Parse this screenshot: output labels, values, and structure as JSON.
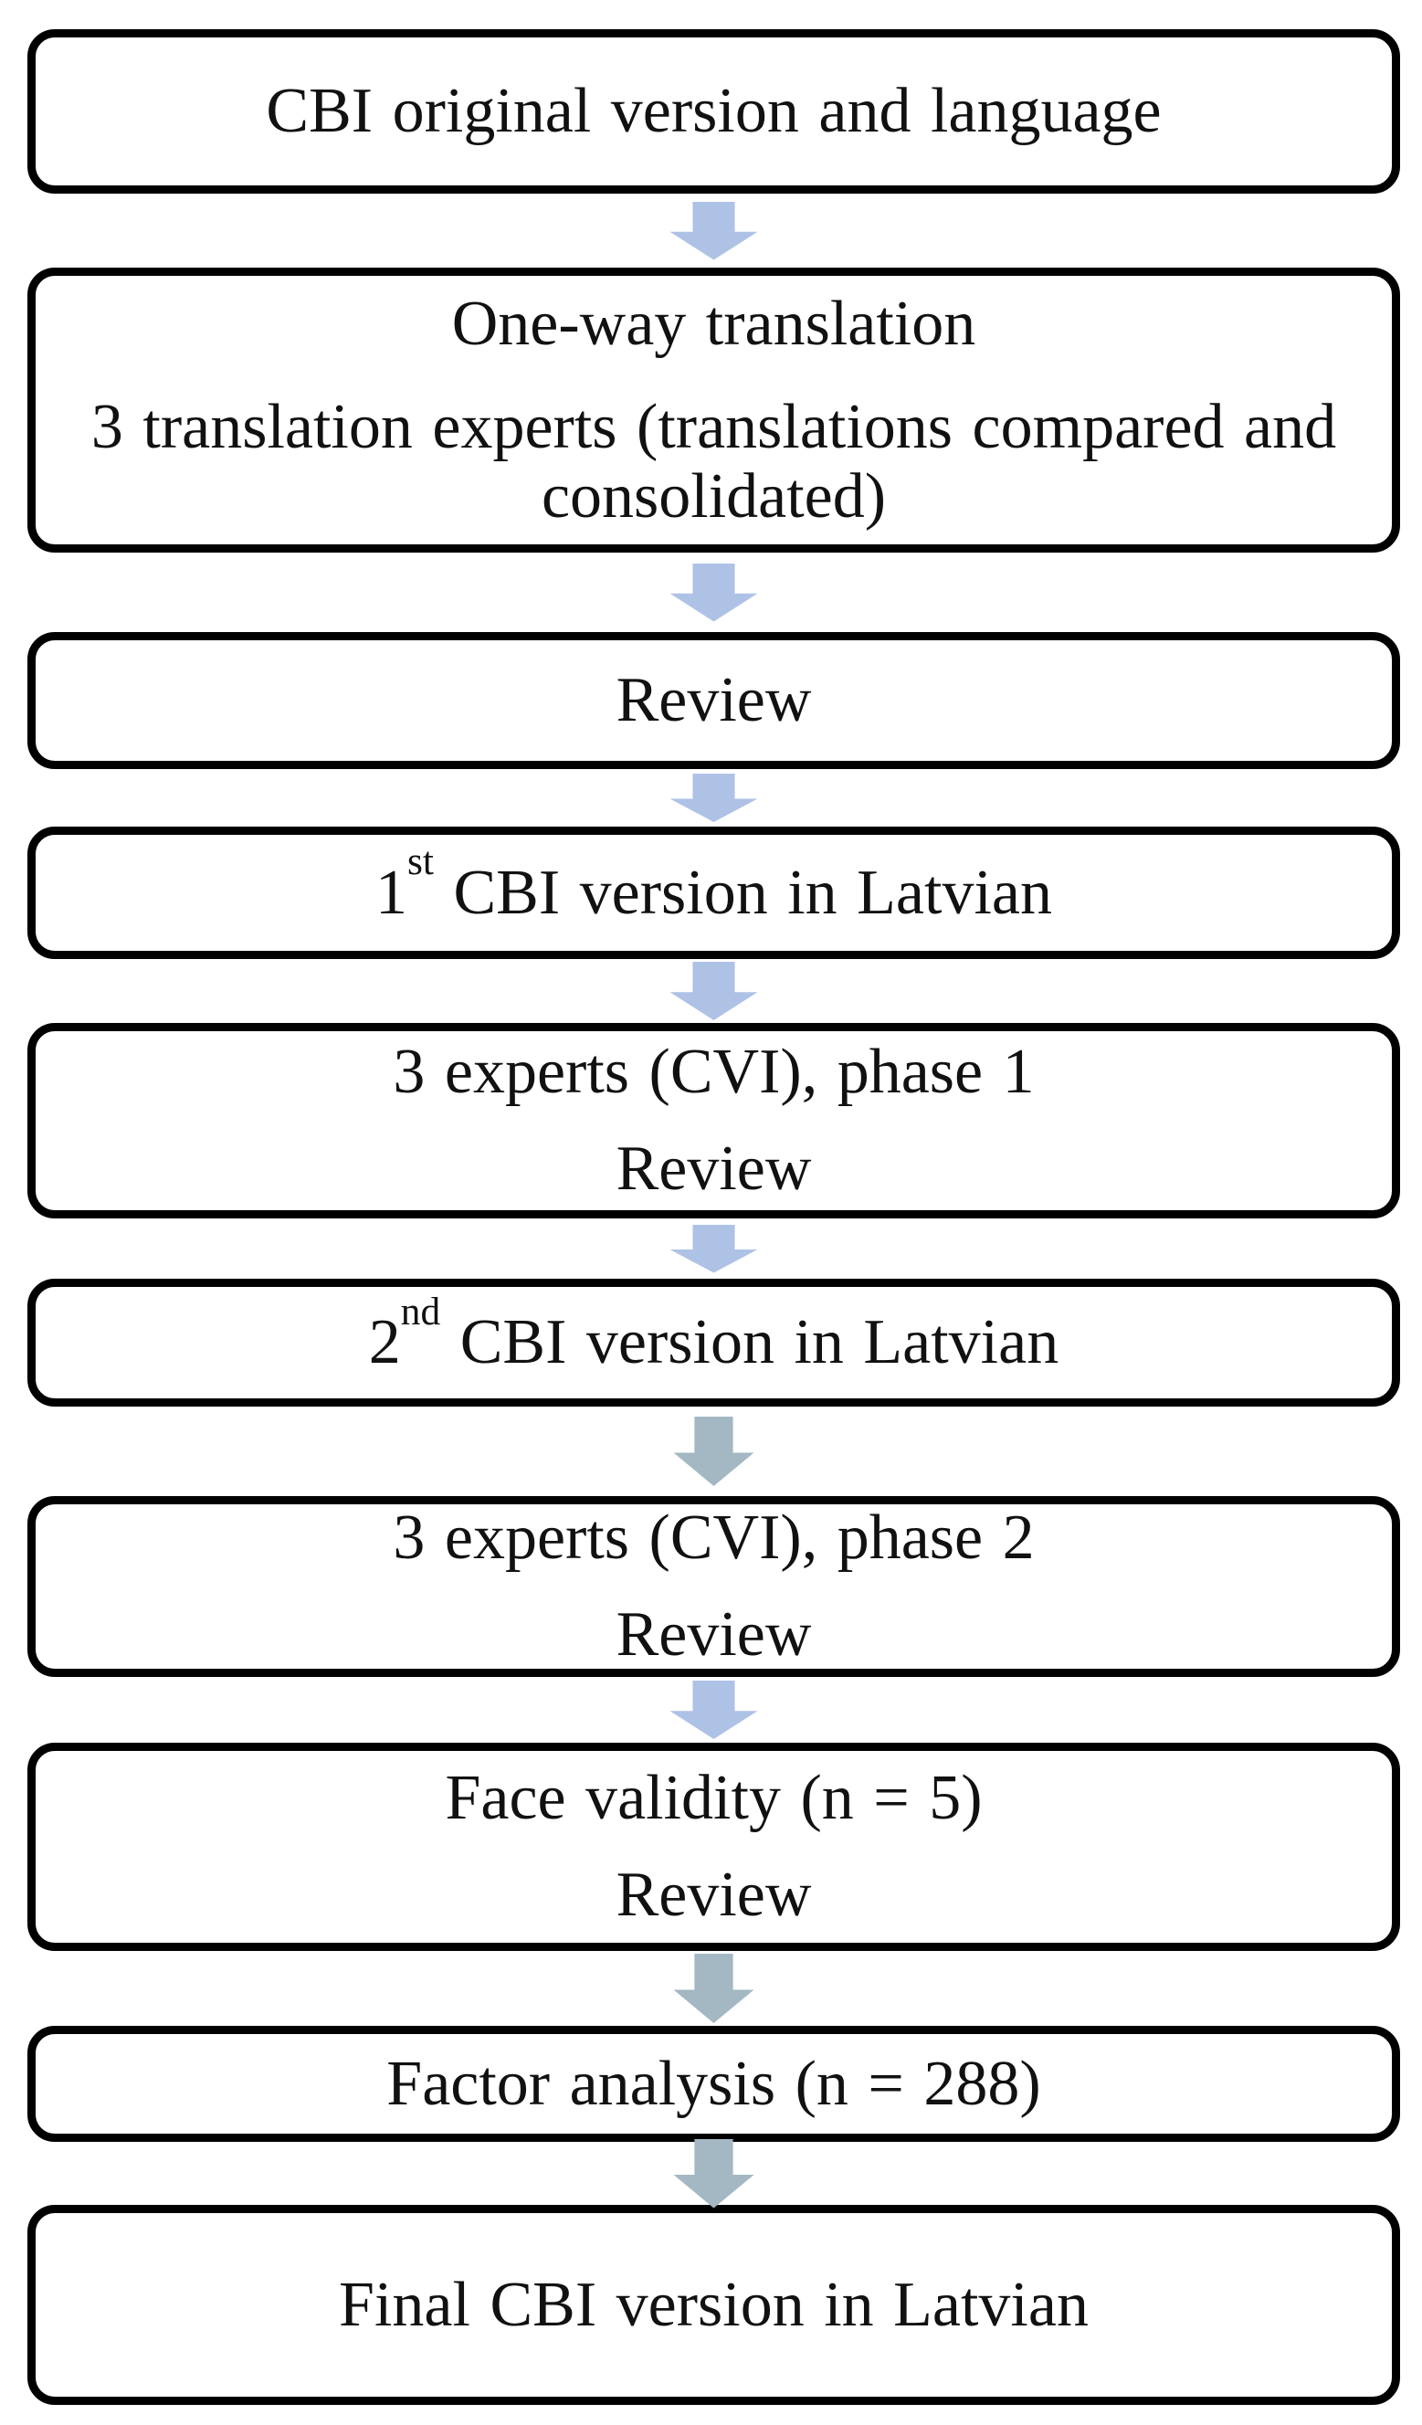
{
  "figure": {
    "type": "flowchart",
    "direction": "top-down"
  },
  "colors": {
    "box_border": "#000000",
    "box_fill": "#ffffff",
    "text": "#111111",
    "arrow_blue": "#aec2e6",
    "arrow_gray": "#a3b8c3"
  },
  "steps": [
    {
      "label": "CBI original version and language"
    },
    {
      "label_line1": "One-way translation",
      "label_line2": "3 translation experts (translations compared and consolidated)"
    },
    {
      "label": "Review"
    },
    {
      "number": "1",
      "ordinal_suffix": "st",
      "label_rest": " CBI version in Latvian"
    },
    {
      "label_line1": "3 experts (CVI), phase 1",
      "label_line2": "Review"
    },
    {
      "number": "2",
      "ordinal_suffix": "nd",
      "label_rest": " CBI version in Latvian"
    },
    {
      "label_line1": "3 experts (CVI), phase 2",
      "label_line2": "Review"
    },
    {
      "label_line1": "Face validity (n = 5)",
      "label_line2": "Review"
    },
    {
      "label": "Factor analysis (n = 288)"
    },
    {
      "label": "Final CBI version in Latvian"
    }
  ],
  "arrows": [
    {
      "direction": "down",
      "color": "#aec2e6"
    },
    {
      "direction": "down",
      "color": "#aec2e6"
    },
    {
      "direction": "down",
      "color": "#aec2e6"
    },
    {
      "direction": "down",
      "color": "#aec2e6"
    },
    {
      "direction": "down",
      "color": "#aec2e6"
    },
    {
      "direction": "down",
      "color": "#a3b8c3"
    },
    {
      "direction": "down",
      "color": "#aec2e6"
    },
    {
      "direction": "down",
      "color": "#a3b8c3"
    },
    {
      "direction": "down",
      "color": "#a3b8c3"
    }
  ]
}
